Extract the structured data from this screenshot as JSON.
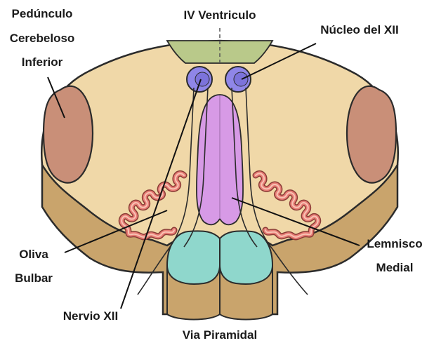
{
  "labels": {
    "ventricle": "IV Ventriculo",
    "peduncle": [
      "Pedúnculo",
      "Cerebeloso",
      "Inferior"
    ],
    "nucleus": "Núcleo del XII",
    "olive": [
      "Oliva",
      "Bulbar"
    ],
    "lemniscus": [
      "Lemnisco",
      "Medial"
    ],
    "nerve": "Nervio XII",
    "pyramid": "Via Piramidal"
  },
  "colors": {
    "tissue": "#f0d8a8",
    "tissue_side": "#c9a46c",
    "outline": "#2b2b2b",
    "ventricle": "#b9c98a",
    "peduncle": "#c98f78",
    "nucleus": "#8f86e8",
    "lemniscus": "#d79ae6",
    "pyramid": "#8fd7cc",
    "olive": "#e87d76",
    "olive_inner": "#f7c3b4"
  }
}
